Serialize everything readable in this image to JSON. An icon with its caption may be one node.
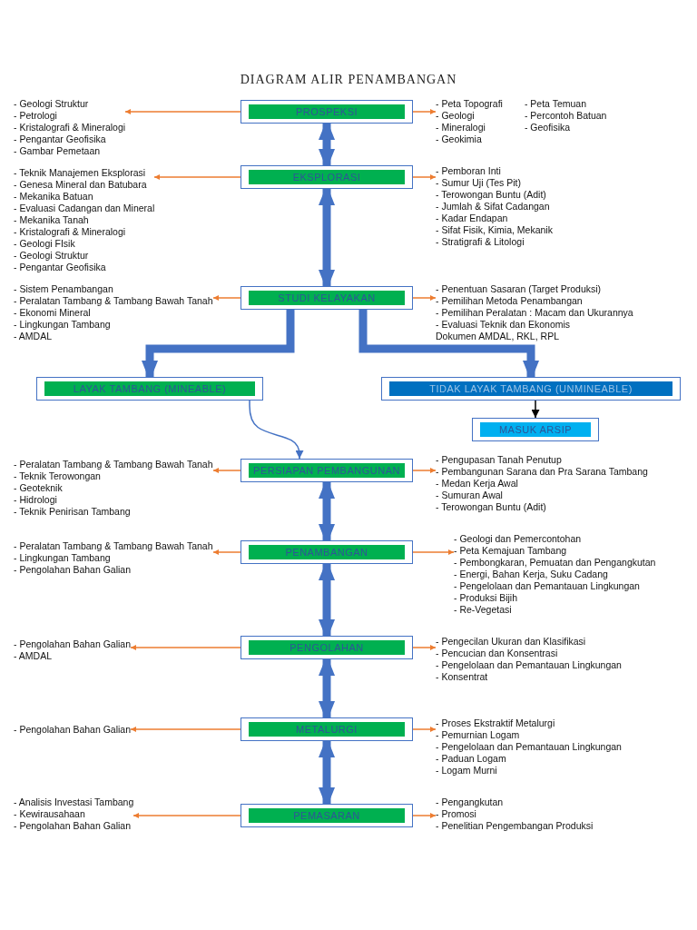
{
  "diagram": {
    "title": "DIAGRAM ALIR PENAMBANGAN",
    "nodes": [
      {
        "text": [
          "PROSPEKSI"
        ]
      },
      {
        "text": [
          "EKSPLORASI"
        ]
      },
      {
        "text": [
          "STUDI KELAYAKAN"
        ]
      },
      {
        "text": [
          "LAYAK TAMBANG (MINEABLE)"
        ]
      },
      {
        "text": [
          "TIDAK LAYAK TAMBANG (UNMINEABLE)"
        ]
      },
      {
        "text": [
          "MASUK ARSIP"
        ]
      },
      {
        "text": [
          "PERSIAPAN PEMBANGUNAN"
        ]
      },
      {
        "text": [
          "PENAMBANGAN"
        ]
      },
      {
        "text": [
          "PENGOLAHAN"
        ]
      },
      {
        "text": [
          "METALURGI"
        ]
      },
      {
        "text": [
          "PEMASARAN"
        ]
      },
      {
        "text": [
          "- Geologi Struktur",
          "- Petrologi",
          "- Kristalografi & Mineralogi",
          "- Pengantar Geofisika",
          "- Gambar Pemetaan"
        ]
      },
      {
        "text": [
          "- Peta Topografi",
          "- Geologi",
          "- Mineralogi",
          "- Geokimia",
          "- Peta Temuan",
          "- Percontoh Batuan",
          "- Geofisika"
        ]
      },
      {
        "text": [
          "- Teknik Manajemen Eksplorasi",
          "- Genesa Mineral dan Batubara",
          "- Mekanika Batuan",
          "- Evaluasi Cadangan dan Mineral",
          "- Mekanika Tanah",
          "- Kristalografi & Mineralogi",
          "- Geologi FIsik",
          "- Geologi Struktur",
          "- Pengantar Geofisika"
        ]
      },
      {
        "text": [
          "- Pemboran Inti",
          "- Sumur Uji (Tes Pit)",
          "- Terowongan Buntu (Adit)",
          "- Jumlah & Sifat Cadangan",
          "- Kadar Endapan",
          "- Sifat Fisik, Kimia, Mekanik",
          "- Stratigrafi & Litologi"
        ]
      },
      {
        "text": [
          "- Sistem Penambangan",
          "- Peralatan Tambang & Tambang Bawah Tanah",
          "- Ekonomi Mineral",
          "- Lingkungan Tambang",
          "- AMDAL"
        ]
      },
      {
        "text": [
          "- Penentuan Sasaran (Target Produksi)",
          "- Pemilihan Metoda Penambangan",
          "- Pemilihan Peralatan : Macam dan Ukurannya",
          "- Evaluasi Teknik dan Ekonomis",
          "Dokumen AMDAL, RKL, RPL"
        ]
      },
      {
        "text": [
          "- Peralatan Tambang & Tambang Bawah Tanah",
          "- Teknik Terowongan",
          "- Geoteknik",
          "- Hidrologi",
          "- Teknik Penirisan Tambang"
        ]
      },
      {
        "text": [
          "- Pengupasan Tanah Penutup",
          "- Pembangunan Sarana dan Pra Sarana Tambang",
          "- Medan Kerja Awal",
          "- Sumuran Awal",
          "- Terowongan Buntu (Adit)"
        ]
      },
      {
        "text": [
          "- Peralatan Tambang & Tambang Bawah Tanah",
          "- Lingkungan Tambang",
          "- Pengolahan Bahan Galian"
        ]
      },
      {
        "text": [
          "- Geologi dan Pemercontohan",
          "- Peta Kemajuan Tambang",
          "- Pembongkaran, Pemuatan dan Pengangkutan",
          "- Energi, Bahan Kerja, Suku Cadang",
          "- Pengelolaan dan Pemantauan Lingkungan",
          "- Produksi Bijih",
          "- Re-Vegetasi"
        ]
      },
      {
        "text": [
          "- Pengolahan Bahan Galian",
          "- AMDAL"
        ]
      },
      {
        "text": [
          "- Pengecilan Ukuran dan Klasifikasi",
          "- Pencucian dan Konsentrasi",
          "- Pengelolaan dan Pemantauan Lingkungan",
          "- Konsentrat"
        ]
      },
      {
        "text": [
          "- Pengolahan Bahan Galian"
        ]
      },
      {
        "text": [
          "- Proses Ekstraktif Metalurgi",
          "- Pemurnian Logam",
          "- Pengelolaan dan Pemantauan Lingkungan",
          "- Paduan Logam",
          "- Logam Murni"
        ]
      },
      {
        "text": [
          "- Analisis Investasi Tambang",
          "- Kewirausahaan",
          "- Pengolahan Bahan Galian"
        ]
      },
      {
        "text": [
          "- Pengangkutan",
          "- Promosi",
          "- Penelitian Pengembangan Produksi"
        ]
      }
    ],
    "edges": [
      {
        "from": 0,
        "to": 11,
        "arrow": "to"
      },
      {
        "from": 0,
        "to": 12,
        "arrow": "to"
      },
      {
        "from": 1,
        "to": 13,
        "arrow": "to"
      },
      {
        "from": 1,
        "to": 14,
        "arrow": "to"
      },
      {
        "from": 2,
        "to": 15,
        "arrow": "to"
      },
      {
        "from": 2,
        "to": 16,
        "arrow": "to"
      },
      {
        "from": 6,
        "to": 17,
        "arrow": "to"
      },
      {
        "from": 6,
        "to": 18,
        "arrow": "to"
      },
      {
        "from": 7,
        "to": 19,
        "arrow": "to"
      },
      {
        "from": 7,
        "to": 20,
        "arrow": "to"
      },
      {
        "from": 8,
        "to": 21,
        "arrow": "to"
      },
      {
        "from": 8,
        "to": 22,
        "arrow": "to"
      },
      {
        "from": 9,
        "to": 23,
        "arrow": "to"
      },
      {
        "from": 9,
        "to": 24,
        "arrow": "to"
      },
      {
        "from": 10,
        "to": 25,
        "arrow": "to"
      },
      {
        "from": 10,
        "to": 26,
        "arrow": "to"
      },
      {
        "from": 0,
        "to": 1,
        "arrow": "both",
        "style": "thick",
        "color": "#4472c4"
      },
      {
        "from": 1,
        "to": 2,
        "arrow": "both",
        "style": "thick",
        "color": "#4472c4"
      },
      {
        "from": 2,
        "to": 3,
        "arrow": "to",
        "style": "thick",
        "color": "#4472c4"
      },
      {
        "from": 2,
        "to": 4,
        "arrow": "to",
        "style": "thick",
        "color": "#4472c4"
      },
      {
        "from": 4,
        "to": 5,
        "arrow": "to",
        "color": "#000000"
      },
      {
        "from": 3,
        "to": 6,
        "arrow": "to",
        "color": "#4472c4"
      },
      {
        "from": 6,
        "to": 7,
        "arrow": "both",
        "style": "thick",
        "color": "#4472c4"
      },
      {
        "from": 7,
        "to": 8,
        "arrow": "both",
        "style": "thick",
        "color": "#4472c4"
      },
      {
        "from": 8,
        "to": 9,
        "arrow": "both",
        "style": "thick",
        "color": "#4472c4"
      },
      {
        "from": 9,
        "to": 10,
        "arrow": "both",
        "style": "thick",
        "color": "#4472c4"
      }
    ]
  }
}
